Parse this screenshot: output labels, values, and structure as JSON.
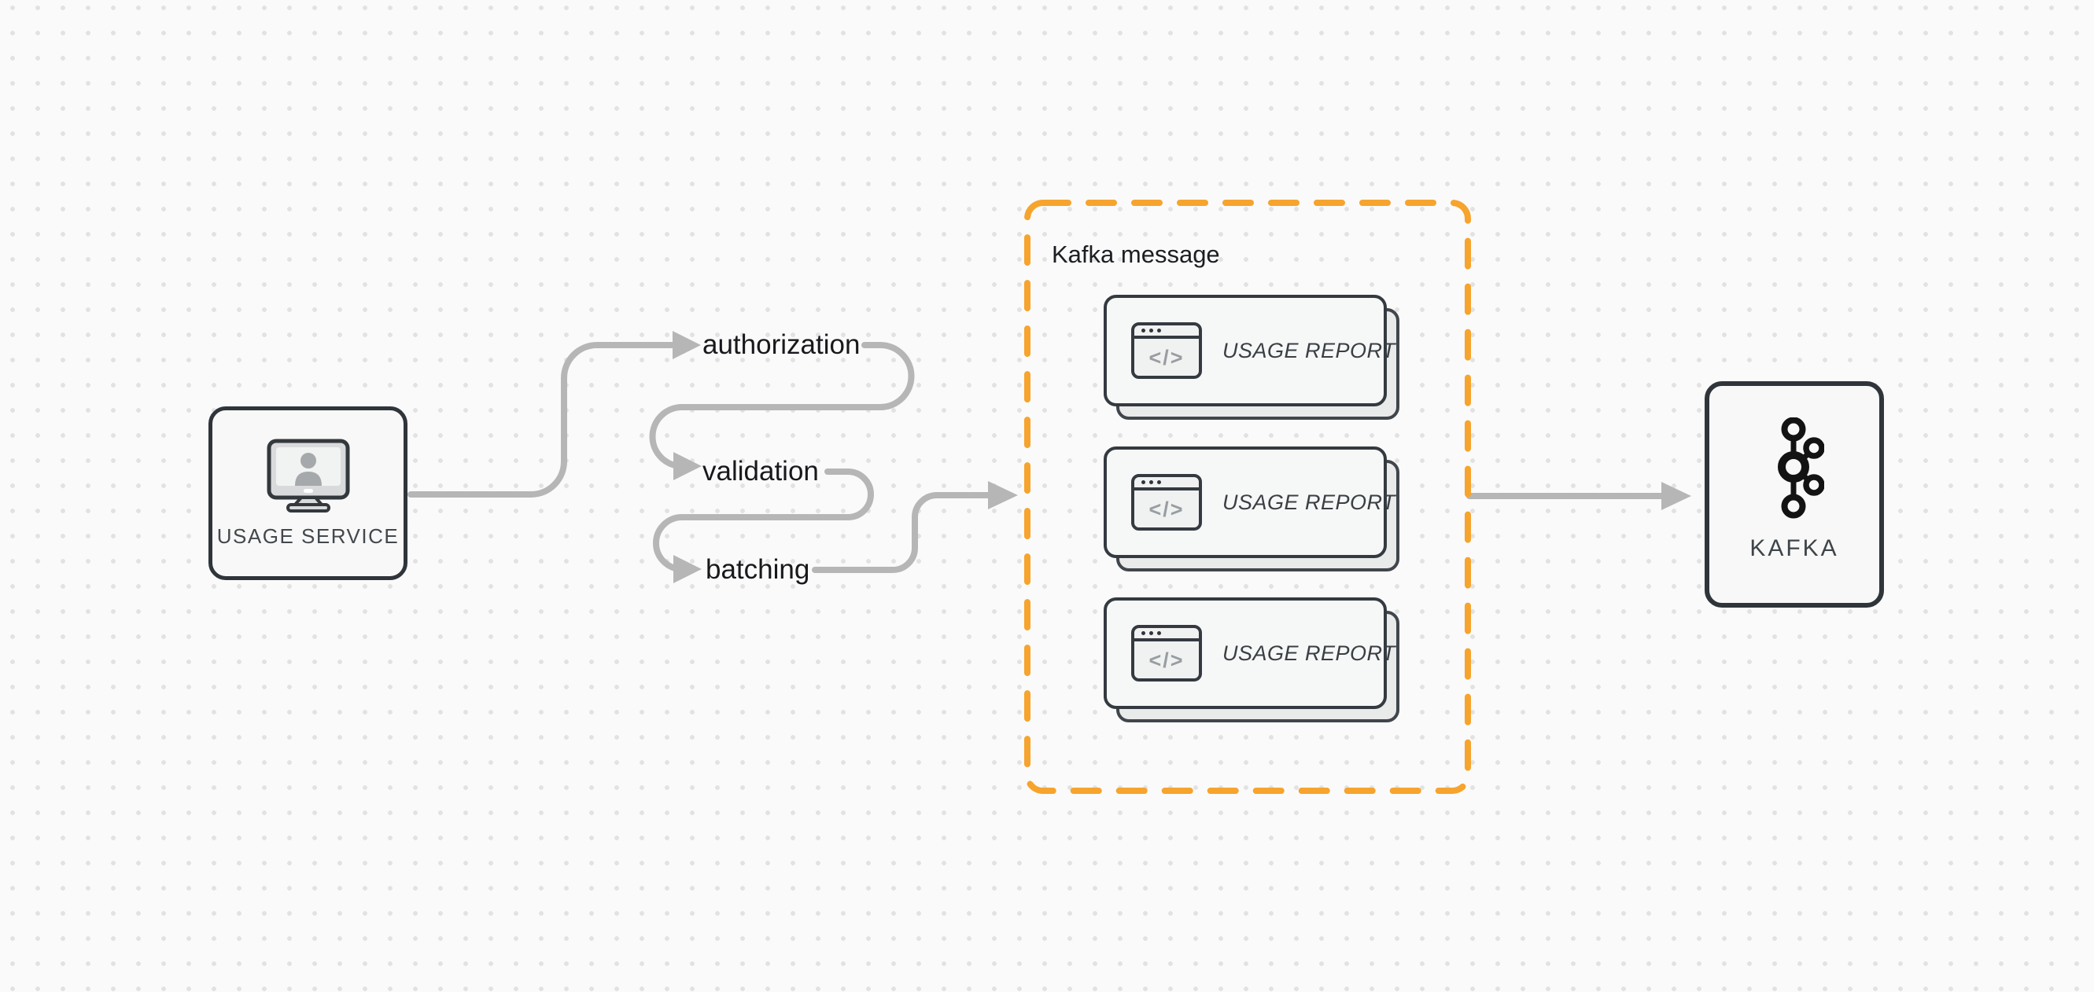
{
  "colors": {
    "background": "#fafafa",
    "grid_dot": "#e2e2e2",
    "connector": "#b6b6b6",
    "group_border": "#f6a42d",
    "node_border": "#2f353a",
    "node_fill": "#f7f8f7",
    "card_back_fill": "#e9eaea",
    "label_dark": "#17191c",
    "logo_black": "#131313"
  },
  "usage_service": {
    "label": "USAGE SERVICE",
    "icon": "monitor-user-icon"
  },
  "steps": [
    {
      "label": "authorization"
    },
    {
      "label": "validation"
    },
    {
      "label": "batching"
    }
  ],
  "kafka_group": {
    "title": "Kafka message",
    "reports": [
      {
        "label": "USAGE REPORT",
        "icon": "browser-code-icon",
        "icon_glyph": "</>"
      },
      {
        "label": "USAGE REPORT",
        "icon": "browser-code-icon",
        "icon_glyph": "</>"
      },
      {
        "label": "USAGE REPORT",
        "icon": "browser-code-icon",
        "icon_glyph": "</>"
      }
    ]
  },
  "kafka": {
    "label": "KAFKA",
    "icon": "kafka-logo-icon"
  }
}
